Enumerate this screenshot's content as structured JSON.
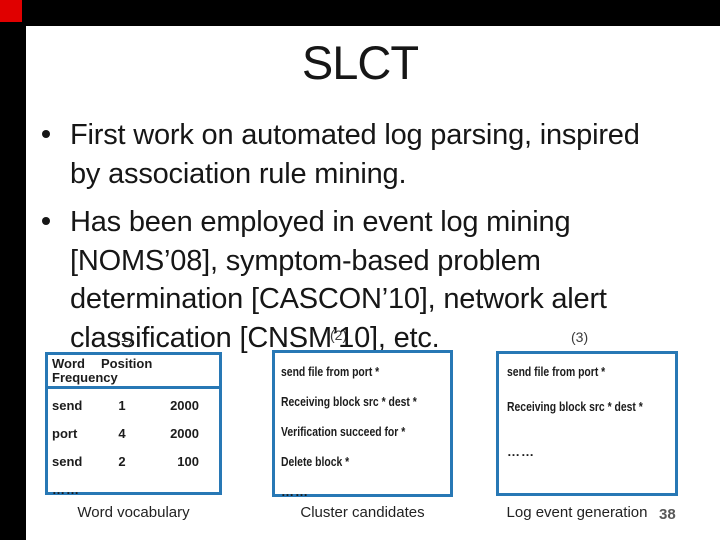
{
  "frame": {
    "bar_color": "#000000",
    "corner_marker_color": "#e00000"
  },
  "slide": {
    "title": "SLCT",
    "bullets": [
      {
        "lines": [
          "First work on automated log parsing, inspired",
          "by association rule mining."
        ]
      },
      {
        "lines": [
          "Has been employed in event log mining",
          "[NOMS’08], symptom-based problem",
          "determination [CASCON’10], network alert",
          "classification [CNSM’10], etc."
        ]
      }
    ],
    "diagram": {
      "accent_color": "#2878b5",
      "step_labels": [
        "(1)",
        "(2)",
        "(3)"
      ],
      "word_vocabulary": {
        "columns": [
          "Word",
          "Position",
          "Frequency"
        ],
        "rows": [
          [
            "send",
            "1",
            "2000"
          ],
          [
            "port",
            "4",
            "2000"
          ],
          [
            "send",
            "2",
            "100"
          ]
        ],
        "ellipsis": "……",
        "caption": "Word vocabulary"
      },
      "cluster_candidates": {
        "lines": [
          "send file from port *",
          "Receiving block src * dest *",
          "Verification succeed for *",
          "Delete block *"
        ],
        "ellipsis": "……",
        "caption": "Cluster candidates"
      },
      "log_event_generation": {
        "lines": [
          "send file from port *",
          "Receiving block src * dest *"
        ],
        "ellipsis": "……",
        "caption": "Log event generation"
      }
    },
    "page_number": "38"
  }
}
